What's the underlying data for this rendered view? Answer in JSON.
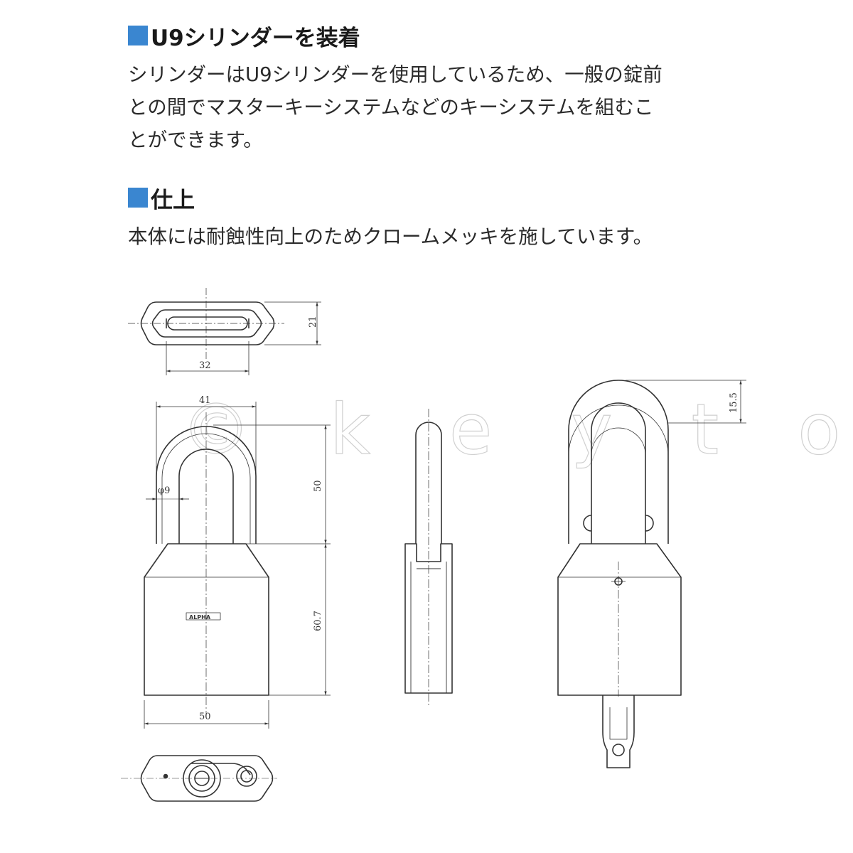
{
  "sections": [
    {
      "heading": "U9シリンダーを装着",
      "lines": [
        "シリンダーはU9シリンダーを使用しているため、一般の錠前",
        "との間でマスターキーシステムなどのキーシステムを組むこ",
        "とができます。"
      ]
    },
    {
      "heading": "仕上",
      "lines": [
        "本体には耐蝕性向上のためクロームメッキを施しています。"
      ]
    }
  ],
  "diagram": {
    "dimensions": {
      "top_depth": "21",
      "top_width": "32",
      "shackle_width": "41",
      "shackle_height": "50",
      "shackle_diameter": "φ9",
      "body_height": "60.7",
      "body_width": "50",
      "shackle_clearance": "15.5"
    },
    "body_mark": "ALPHA",
    "watermark": "© k e y t o w n"
  },
  "colors": {
    "heading_marker": "#3a86d0",
    "line": "#333333",
    "watermark": "#d0d0d0"
  }
}
